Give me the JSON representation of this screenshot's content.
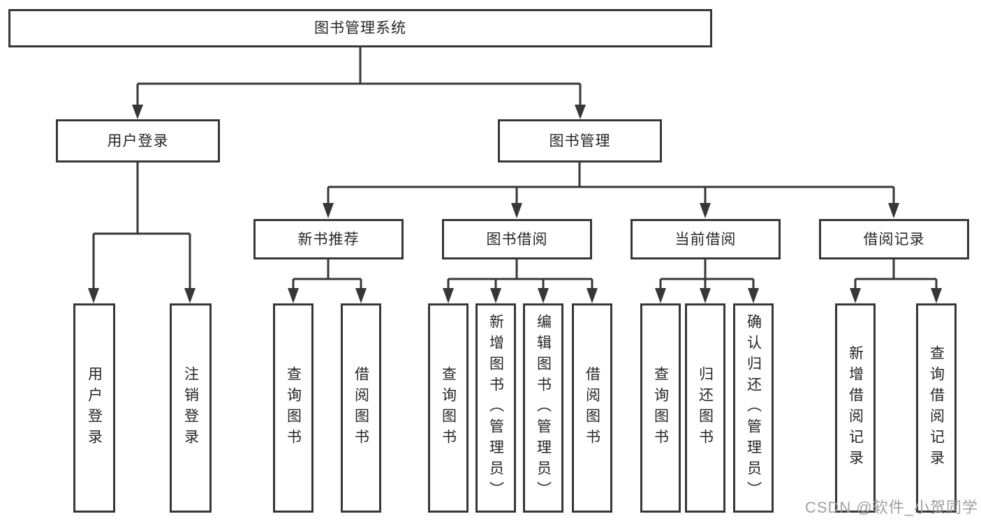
{
  "diagram": {
    "root": {
      "label": "图书管理系统"
    },
    "branches": [
      {
        "label": "用户登录",
        "children": [
          {
            "label": "用户登录"
          },
          {
            "label": "注销登录"
          }
        ]
      },
      {
        "label": "图书管理",
        "children": [
          {
            "label": "新书推荐",
            "children": [
              {
                "label": "查询图书"
              },
              {
                "label": "借阅图书"
              }
            ]
          },
          {
            "label": "图书借阅",
            "children": [
              {
                "label": "查询图书"
              },
              {
                "label": "新增图书（管理员）"
              },
              {
                "label": "编辑图书（管理员）"
              },
              {
                "label": "借阅图书"
              }
            ]
          },
          {
            "label": "当前借阅",
            "children": [
              {
                "label": "查询图书"
              },
              {
                "label": "归还图书"
              },
              {
                "label": "确认归还（管理员）"
              }
            ]
          },
          {
            "label": "借阅记录",
            "children": [
              {
                "label": "新增借阅记录"
              },
              {
                "label": "查询借阅记录"
              }
            ]
          }
        ]
      }
    ],
    "watermark": "CSDN @软件_小贺同学"
  },
  "colors": {
    "line": "#373737",
    "box_border": "#373737",
    "text": "#262626",
    "watermark": "#a0a0a0",
    "background": "#ffffff"
  }
}
